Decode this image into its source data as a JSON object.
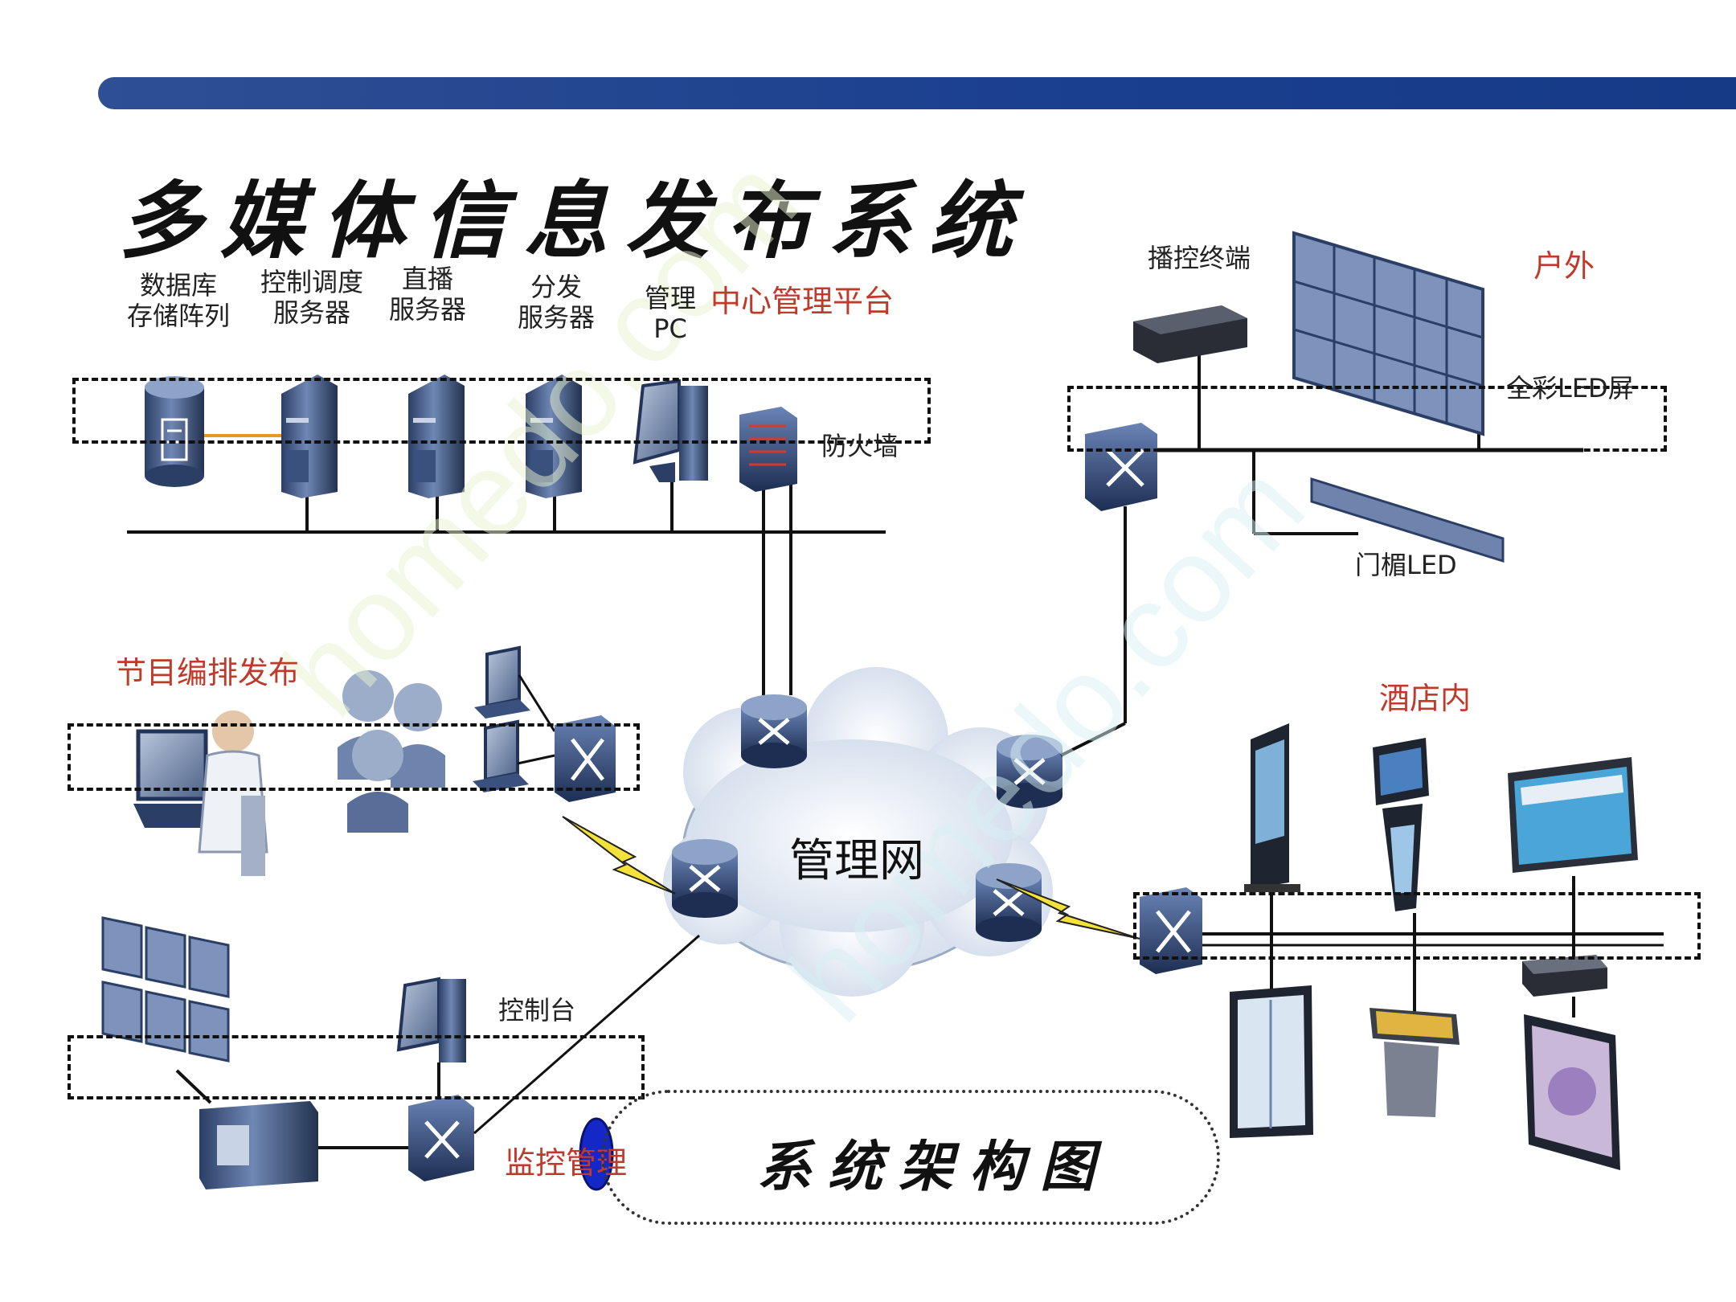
{
  "title": "多媒体信息发布系统",
  "center": {
    "label": "中心管理平台",
    "db": [
      "数据库",
      "存储阵列"
    ],
    "ctrl": [
      "控制调度",
      "服务器"
    ],
    "live": [
      "直播",
      "服务器"
    ],
    "dist": [
      "分发",
      "服务器"
    ],
    "pc": [
      "管理",
      "PC"
    ],
    "firewall": "防火墙"
  },
  "outdoor": {
    "label": "户外",
    "terminal": "播控终端",
    "led": "全彩LED屏",
    "door_led": "门楣LED"
  },
  "program": {
    "label": "节目编排发布"
  },
  "hotel": {
    "label": "酒店内"
  },
  "monitor": {
    "label": "监控管理",
    "console": "控制台"
  },
  "network": {
    "label": "管理网"
  },
  "arch": {
    "label": "系统架构图"
  },
  "colors": {
    "title_bar": "#1f4590",
    "red_label": "#c03a2b",
    "device_blue": "#3c5a86"
  }
}
